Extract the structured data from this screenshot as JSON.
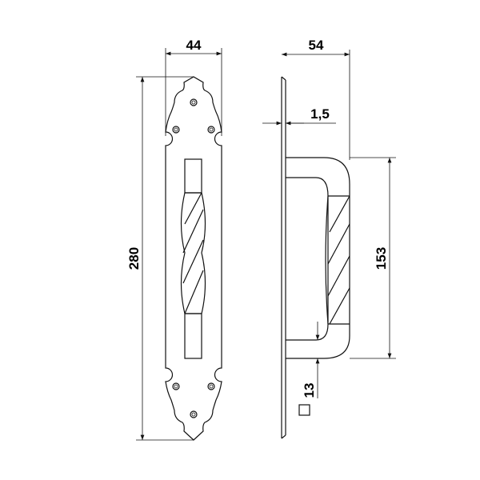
{
  "drawing": {
    "front_view": {
      "plate_width_label": "44",
      "plate_height_label": "280"
    },
    "side_view": {
      "projection_label": "54",
      "plate_thickness_label": "1,5",
      "handle_length_label": "153",
      "bar_section_label": "13",
      "section_symbol": "square"
    }
  }
}
